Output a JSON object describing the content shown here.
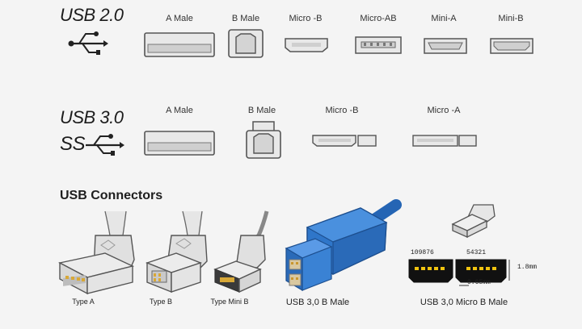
{
  "usb2": {
    "title": "USB 2.0",
    "labels": [
      "A Male",
      "B Male",
      "Micro -B",
      "Micro-AB",
      "Mini-A",
      "Mini-B"
    ]
  },
  "usb3": {
    "title": "USB 3.0",
    "ss_text": "SS",
    "labels": [
      "A Male",
      "B Male",
      "Micro -B",
      "Micro -A"
    ]
  },
  "connectors": {
    "title": "USB Connectors",
    "captions": [
      "Type A",
      "Type B",
      "Type Mini B",
      "USB 3,0 B Male",
      "USB 3,0 Micro B Male"
    ],
    "pins_left": "109876",
    "pins_right": "54321",
    "dim_height": "1.8mm",
    "dim_width": "0.65mm"
  },
  "colors": {
    "connector_fill": "#e6e6e6",
    "outline": "#555555",
    "usb3_blue": "#2f76c9"
  }
}
